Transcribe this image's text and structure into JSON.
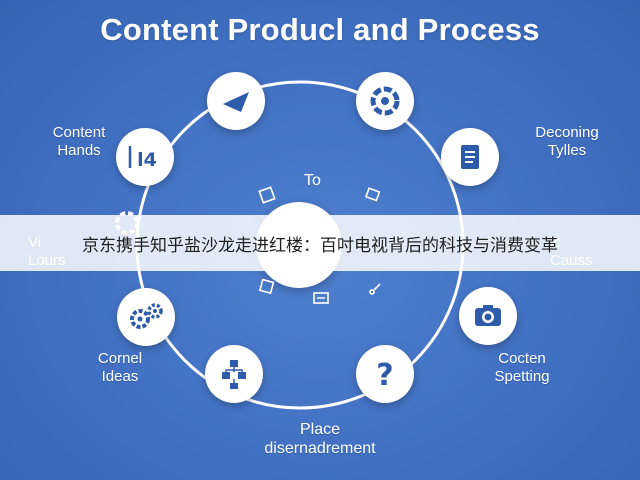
{
  "title": "Content Producl and Process",
  "center_label": "To",
  "labels": {
    "top_left": "Content\nHands",
    "top_right": "Deconing\nTylles",
    "mid_left": "Vi\nLours",
    "mid_right": "lc\nCauss",
    "bottom_left": "Cornel\nIdeas",
    "bottom_right": "Cocten\nSpetting",
    "bottom": "Place\ndisernadrement"
  },
  "node_glyph": "l4",
  "banner_text": "京东携手知乎盐沙龙走进红楼：百吋电视背后的科技与消费变革",
  "colors": {
    "background": "#4170c2",
    "node": "#ffffff",
    "icon": "#2f5bab",
    "banner": "#ffffff"
  },
  "icons": {
    "top": "paper-plane-icon",
    "top_right": "gear-refresh-icon",
    "right_upper": "document-list-icon",
    "right_lower": "camera-icon",
    "bottom_right": "question-mark-icon",
    "bottom": "org-chart-icon",
    "bottom_left": "gears-icon",
    "left_lower": "gear-icon",
    "left_upper": "chart-icon"
  }
}
